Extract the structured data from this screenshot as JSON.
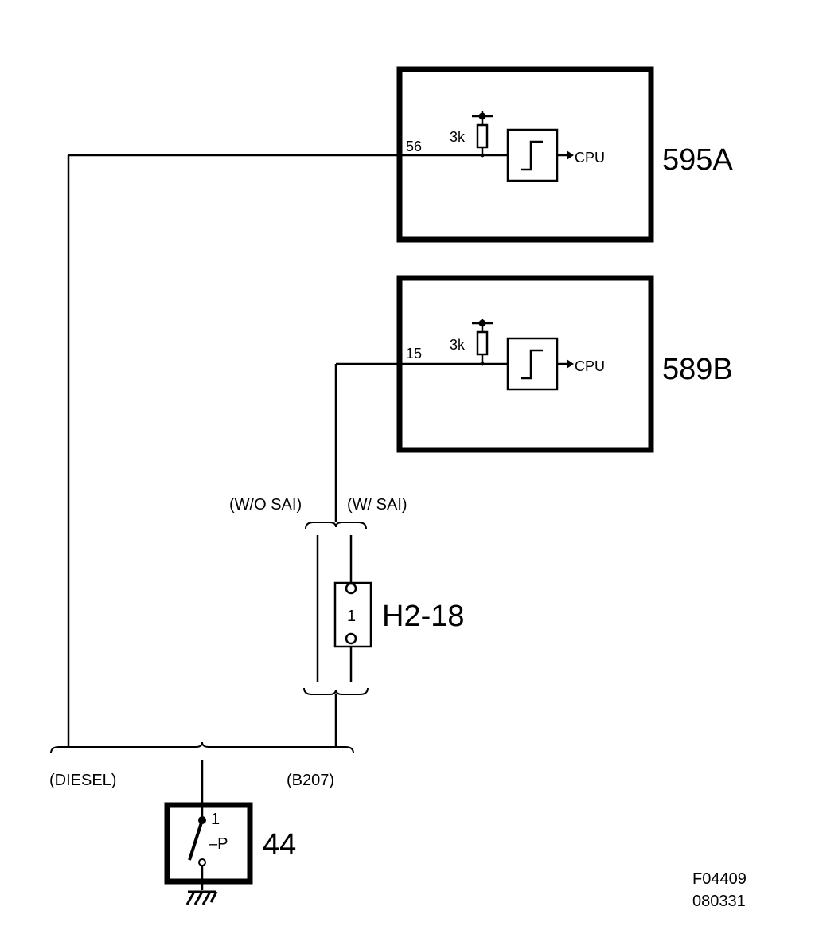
{
  "modules": {
    "top": {
      "name": "595A",
      "pin": "56",
      "resistor": "3k",
      "output": "CPU"
    },
    "middle": {
      "name": "589B",
      "pin": "15",
      "resistor": "3k",
      "output": "CPU"
    }
  },
  "variants": {
    "without_sai": "(W/O SAI)",
    "with_sai": "(W/ SAI)",
    "diesel": "(DIESEL)",
    "b207": "(B207)"
  },
  "connector": {
    "name": "H2-18",
    "pin": "1"
  },
  "switch": {
    "name": "44",
    "pin": "1",
    "symbol": "–P"
  },
  "figure_code": {
    "line1": "F04409",
    "line2": "080331"
  }
}
